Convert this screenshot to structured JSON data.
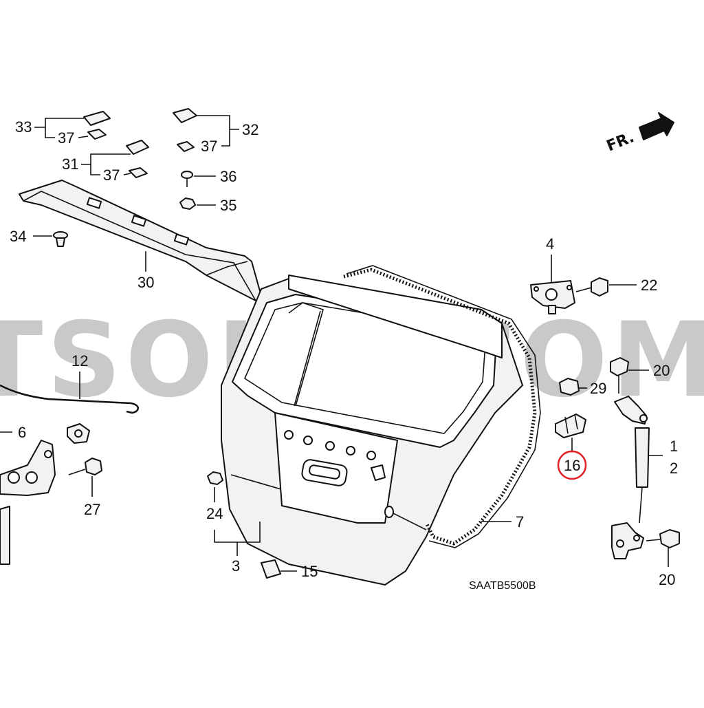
{
  "watermark": "TSOUQ.COM",
  "direction_label": "FR.",
  "diagram_code": "SAATB5500B",
  "highlight_color": "#e31e24",
  "callouts": {
    "c1": "1",
    "c2": "2",
    "c3": "3",
    "c4": "4",
    "c6": "6",
    "c7": "7",
    "c12": "12",
    "c15": "15",
    "c16": "16",
    "c20a": "20",
    "c20b": "20",
    "c22": "22",
    "c24": "24",
    "c27": "27",
    "c29": "29",
    "c30": "30",
    "c31": "31",
    "c32": "32",
    "c33": "33",
    "c34": "34",
    "c35": "35",
    "c36": "36",
    "c37a": "37",
    "c37b": "37",
    "c37c": "37"
  }
}
